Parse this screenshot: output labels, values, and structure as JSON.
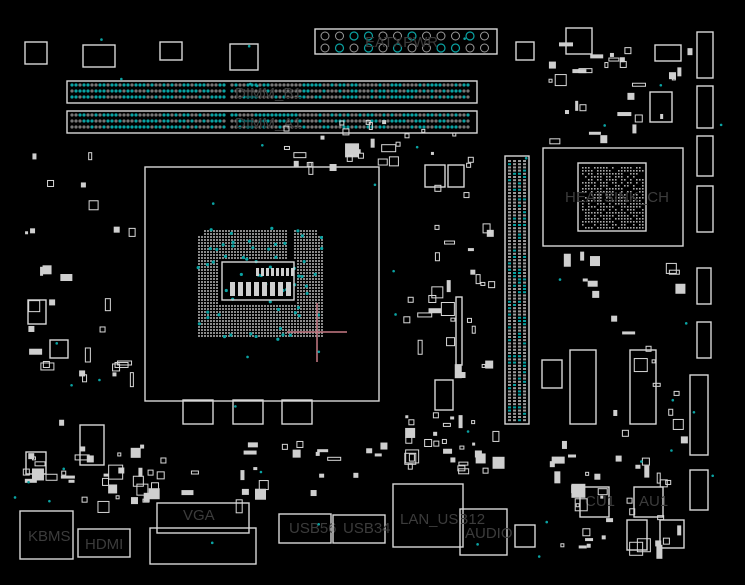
{
  "board": {
    "background": "#000000",
    "outline_color": "#d8d8d8",
    "net_pin_color": "#0aa3a3",
    "cursor_color": "#c77b86"
  },
  "labels": {
    "eatxpwr": "EATXPWR",
    "dimm_b1": "DIMM_B1",
    "dimm_a1": "DIMM_A1",
    "heatsink": "HEATSINK_CH",
    "kbms": "KBMS",
    "hdmi": "HDMI",
    "vga": "VGA",
    "usb56": "USB56",
    "usb34": "USB34",
    "lan_usb": "LAN_USB12",
    "audio": "AUDIO",
    "cu1": "CU1",
    "au1": "AU1"
  }
}
